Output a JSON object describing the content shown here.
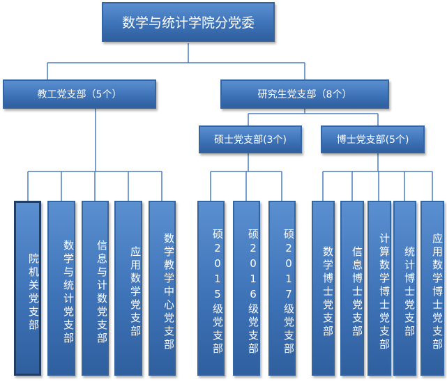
{
  "org_chart": {
    "root": "数学与统计学院分党委",
    "branches": [
      {
        "label": "教工党支部（5个）",
        "sub_branches": [
          {
            "label": "院机关党支部"
          },
          {
            "label": "数学与统计党支部"
          },
          {
            "label": "信息与计数党支部"
          },
          {
            "label": "应用数学党支部"
          },
          {
            "label": "数学教学中心党支部"
          }
        ]
      },
      {
        "label": "研究生党支部（8个）",
        "groups": [
          {
            "label": "硕士党支部(3个)",
            "sub_branches": [
              {
                "label": "硕2015级党支部"
              },
              {
                "label": "硕2016级党支部"
              },
              {
                "label": "硕2017级党支部"
              }
            ]
          },
          {
            "label": "博士党支部(5个)",
            "sub_branches": [
              {
                "label": "数学博士党支部"
              },
              {
                "label": "信息博士党支部"
              },
              {
                "label": "计算数学博士党支部"
              },
              {
                "label": "统计博士党支部"
              },
              {
                "label": "应用数学博士党支部"
              }
            ]
          }
        ]
      }
    ],
    "colors": {
      "box_fill": "#3e73b8",
      "box_border": "#34659f",
      "connector": "#4a7cc0",
      "text": "#ffffff"
    }
  }
}
